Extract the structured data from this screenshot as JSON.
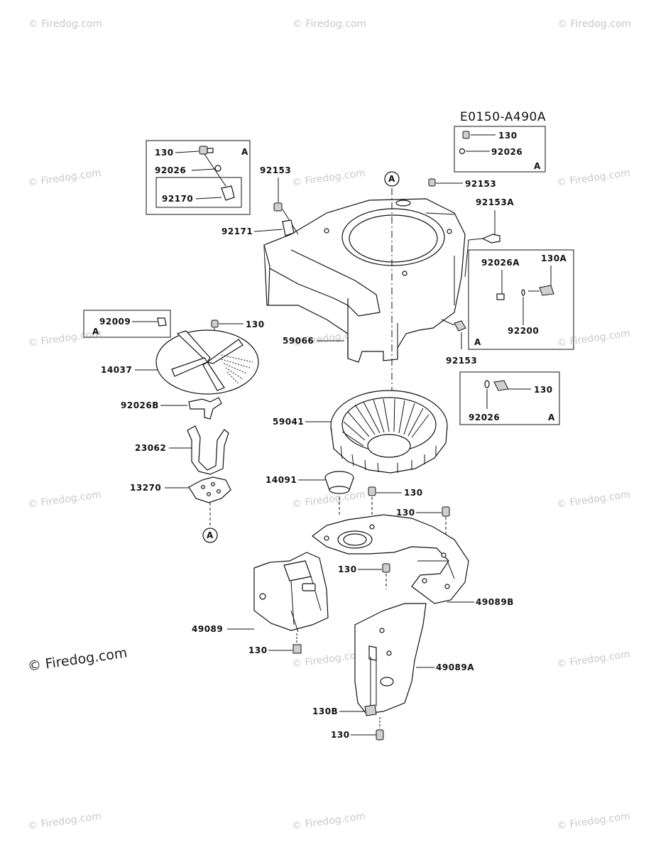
{
  "diagram_code": "E0150-A490A",
  "copyright": "© Firedog.com",
  "watermark": "© Firedog.com",
  "ref_marker": "A",
  "labels": {
    "p130_tl": "130",
    "p92026_tl": "92026",
    "p92170": "92170",
    "p92153_l": "92153",
    "p92171": "92171",
    "p130_tr": "130",
    "p92026_tr": "92026",
    "p92153_t": "92153",
    "p92153A": "92153A",
    "p92026A": "92026A",
    "p130A": "130A",
    "p92200": "92200",
    "p92153_r": "92153",
    "p92009": "92009",
    "p130_fan": "130",
    "p14037": "14037",
    "p59066": "59066",
    "p92026B": "92026B",
    "p23062": "23062",
    "p13270": "13270",
    "p59041": "59041",
    "p130_mr": "130",
    "p92026_mr": "92026",
    "p14091": "14091",
    "p130_a": "130",
    "p130_b": "130",
    "p130_c": "130",
    "p49089B": "49089B",
    "p49089": "49089",
    "p130_d": "130",
    "p49089A": "49089A",
    "p130B": "130B",
    "p130_e": "130"
  }
}
